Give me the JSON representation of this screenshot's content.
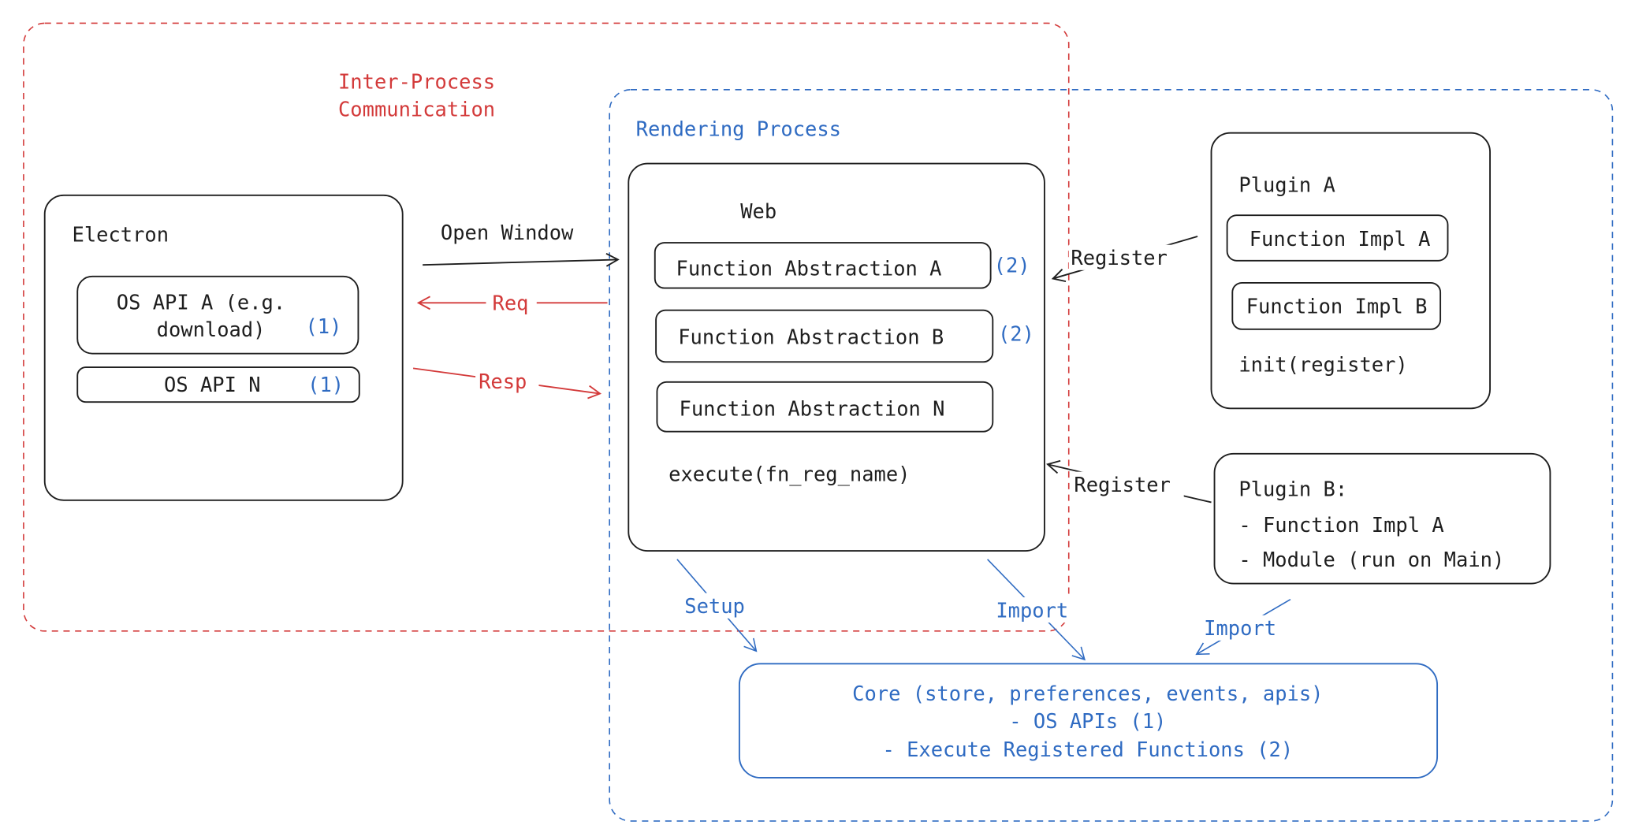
{
  "colors": {
    "ink": "#1e1e1e",
    "ipc": "#d33a3a",
    "rendering": "#2f6bc2",
    "background": "#ffffff"
  },
  "ipc_group": {
    "title_line1": "Inter-Process",
    "title_line2": "Communication"
  },
  "rendering_group": {
    "title": "Rendering Process"
  },
  "electron": {
    "title": "Electron",
    "os_api_a_line1": "OS API A (e.g.",
    "os_api_a_line2": "download)",
    "os_api_a_tag": "(1)",
    "os_api_n": "OS API N",
    "os_api_n_tag": "(1)"
  },
  "web": {
    "title": "Web",
    "functions": [
      {
        "label": "Function Abstraction A",
        "tag": "(2)"
      },
      {
        "label": "Function Abstraction B",
        "tag": "(2)"
      },
      {
        "label": "Function Abstraction N",
        "tag": ""
      }
    ],
    "execute": "execute(fn_reg_name)"
  },
  "plugin_a": {
    "title": "Plugin A",
    "impl_a": "Function Impl A",
    "impl_b": "Function Impl B",
    "init": "init(register)"
  },
  "plugin_b": {
    "title": "Plugin B:",
    "line1": "- Function Impl A",
    "line2": "- Module (run on Main)"
  },
  "core": {
    "line1": "Core (store, preferences, events, apis)",
    "line2": "- OS APIs (1)",
    "line3": "- Execute Registered Functions (2)"
  },
  "edges": {
    "open_window": "Open Window",
    "req": "Req",
    "resp": "Resp",
    "register_a": "Register",
    "register_b": "Register",
    "setup": "Setup",
    "import_web": "Import",
    "import_plugin": "Import"
  }
}
